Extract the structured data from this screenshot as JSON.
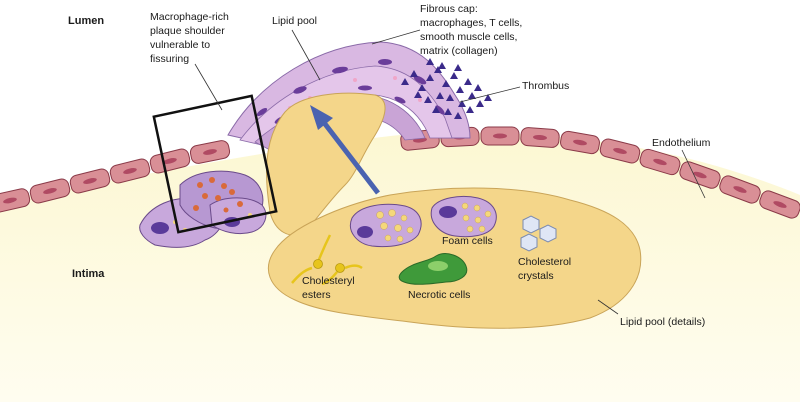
{
  "labels": {
    "lumen": "Lumen",
    "intima": "Intima",
    "macrophage_shoulder": [
      "Macrophage-rich",
      "plaque shoulder",
      "vulnerable to",
      "fissuring"
    ],
    "lipid_pool": "Lipid pool",
    "fibrous_cap": [
      "Fibrous cap:",
      "macrophages, T cells,",
      "smooth muscle cells,",
      "matrix (collagen)"
    ],
    "thrombus": "Thrombus",
    "endothelium": "Endothelium",
    "foam_cells": "Foam cells",
    "cholesterol_crystals": [
      "Cholesterol",
      "crystals"
    ],
    "cholesteryl_esters": [
      "Cholesteryl",
      "esters"
    ],
    "necrotic_cells": "Necrotic cells",
    "lipid_pool_details": "Lipid pool (details)"
  },
  "colors": {
    "intima": "#fbf6cf",
    "lipid_pool": "#f4d68a",
    "endothelial_cell": "#d98f96",
    "endothelial_nucleus": "#b04a63",
    "cap_cell": "#d8b8e0",
    "cap_nucleus": "#6a3d9a",
    "macrophage": "#c8a8dc",
    "thrombus": "#3a2a8a",
    "arrow": "#4a63b0",
    "necrotic": "#3f9a3a",
    "ester": "#e7c51c",
    "crystal": "#dfe6f5"
  },
  "icons": {
    "arrow": "arrow-up-left-icon",
    "thrombus": "thrombus-triangles-icon",
    "crystals": "hexagon-crystal-icon"
  }
}
